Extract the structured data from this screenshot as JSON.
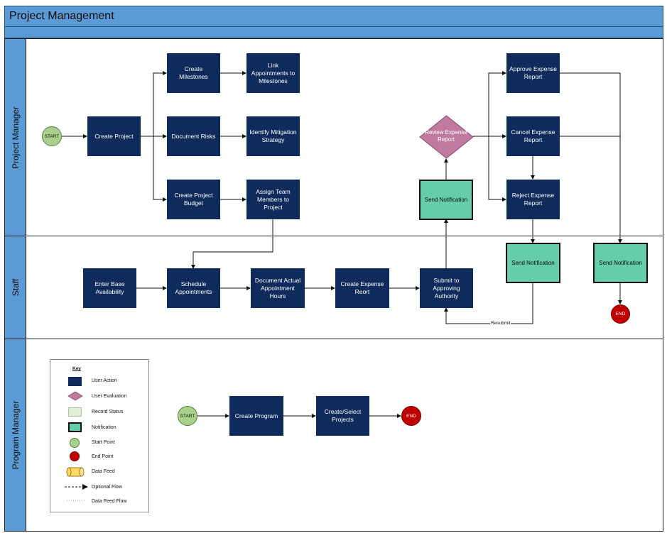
{
  "title": "Project Management",
  "lanes": {
    "project_manager": "Project Manager",
    "staff": "Staff",
    "program_manager": "Program Manager"
  },
  "nodes": {
    "pm_start": "START",
    "create_project": "Create Project",
    "create_milestones": "Create\nMilestones",
    "link_appointments": "Link\nAppointments to\nMilestones",
    "document_risks": "Document Risks",
    "identify_mitigation": "Identify Mitigation\nStrategy",
    "create_budget": "Create Project\nBudget",
    "assign_team": "Assign Team\nMembers to\nProject",
    "review_expense": "Review Expense\nReport",
    "send_notification_pm": "Send Notification",
    "approve_expense": "Approve Expense\nReport",
    "cancel_expense": "Cancel Expense\nReport",
    "reject_expense": "Reject Expense\nReport",
    "enter_base": "Enter Base\nAvailability",
    "schedule_appointments": "Schedule\nAppointments",
    "document_actual": "Document Actual\nAppointment\nHours",
    "create_expense_report": "Create Expense\nReort",
    "submit_authority": "Submit to\nApproving\nAuthority",
    "send_notification_staff_1": "Send Notification",
    "send_notification_staff_2": "Send Notification",
    "staff_end": "END",
    "resubmit": "Resubmit",
    "prog_start": "START",
    "create_program": "Create Program",
    "create_select_projects": "Create/Select\nProjects",
    "prog_end": "END"
  },
  "key": {
    "title": "Key",
    "items": [
      {
        "label": "User Action",
        "icon": "navy-rectangle"
      },
      {
        "label": "User Evaluation",
        "icon": "pink-diamond"
      },
      {
        "label": "Record Status",
        "icon": "light-green-rectangle"
      },
      {
        "label": "Notification",
        "icon": "teal-bold-rectangle"
      },
      {
        "label": "Start Point",
        "icon": "green-circle"
      },
      {
        "label": "End Point",
        "icon": "red-circle"
      },
      {
        "label": "Data Feed",
        "icon": "yellow-cylinder"
      },
      {
        "label": "Optional Flow",
        "icon": "dashed-arrow"
      },
      {
        "label": "Data Feed Flow",
        "icon": "dotted-line"
      }
    ]
  },
  "colors": {
    "lane_header": "#5b9bd5",
    "user_action": "#0f2b5b",
    "notification": "#66cdaa",
    "evaluation": "#c07aa0",
    "start": "#a9d18e",
    "end": "#c00000"
  }
}
